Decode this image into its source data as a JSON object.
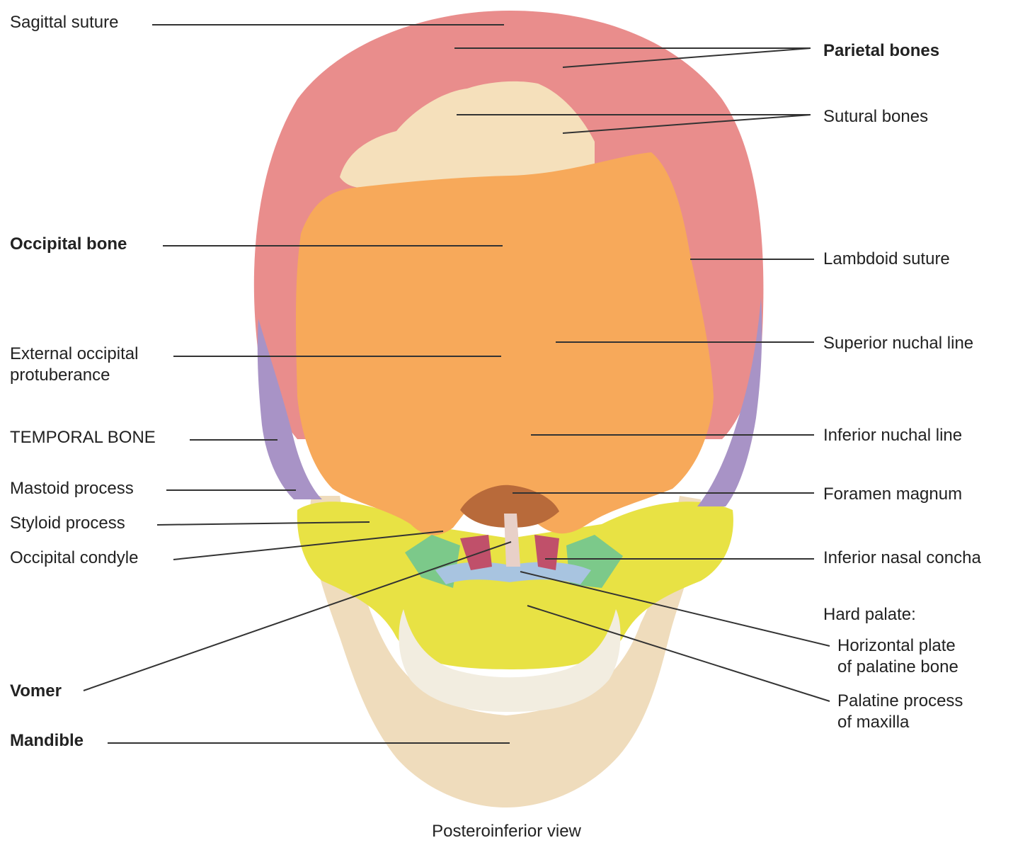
{
  "colors": {
    "parietal": "#e98d8c",
    "sutural": "#f5e0bb",
    "occipital": "#f7a95a",
    "temporal": "#a893c6",
    "maxilla": "#e8e244",
    "mandible": "#efdcbc",
    "teeth": "#f2ede0",
    "green_bone": "#7cc98a",
    "palatine": "#a8c4e0",
    "concha": "#c0506a",
    "leader": "#333333"
  },
  "labels": {
    "sagittal_suture": "Sagittal suture",
    "parietal_bones": "Parietal bones",
    "sutural_bones": "Sutural bones",
    "occipital_bone": "Occipital bone",
    "lambdoid_suture": "Lambdoid suture",
    "external_occipital_1": "External occipital",
    "external_occipital_2": "protuberance",
    "superior_nuchal_line": "Superior nuchal line",
    "temporal_bone": "TEMPORAL BONE",
    "inferior_nuchal_line": "Inferior nuchal line",
    "mastoid_process": "Mastoid process",
    "foramen_magnum": "Foramen magnum",
    "styloid_process": "Styloid process",
    "occipital_condyle": "Occipital condyle",
    "inferior_nasal_concha": "Inferior nasal concha",
    "hard_palate": "Hard palate:",
    "horizontal_plate_1": "Horizontal plate",
    "horizontal_plate_2": "of palatine bone",
    "vomer": "Vomer",
    "palatine_process_1": "Palatine process",
    "palatine_process_2": "of maxilla",
    "mandible": "Mandible"
  },
  "caption": "Posteroinferior view"
}
